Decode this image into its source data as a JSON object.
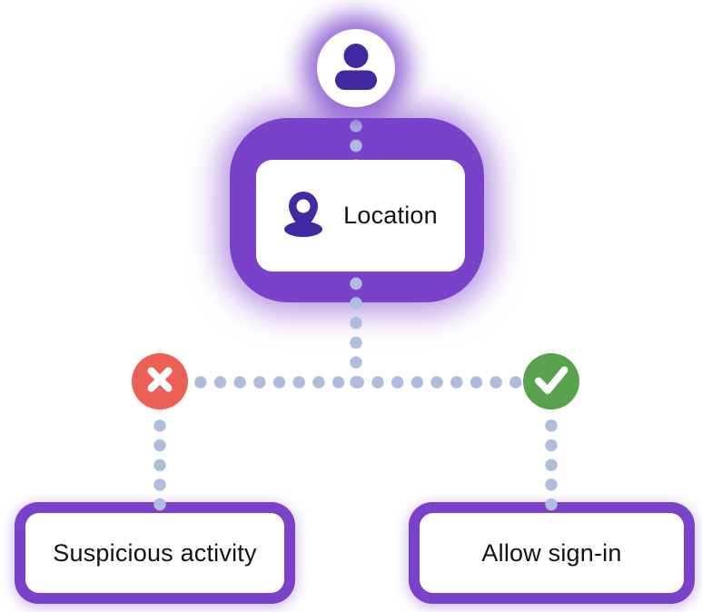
{
  "diagram": {
    "type": "decision-flow",
    "nodes": {
      "user": {
        "icon": "user-icon"
      },
      "condition": {
        "label": "Location",
        "icon": "map-pin-icon"
      },
      "deny_badge": {
        "icon": "x-icon"
      },
      "allow_badge": {
        "icon": "check-icon"
      },
      "deny_outcome": {
        "label": "Suspicious activity"
      },
      "allow_outcome": {
        "label": "Allow sign-in"
      }
    },
    "colors": {
      "frame_purple": "#7a42cb",
      "icon_indigo": "#4428a2",
      "connector_dot": "#aebdde",
      "deny_red": "#ec6056",
      "allow_green": "#58a24d",
      "card_white": "#ffffff",
      "text": "#131313"
    }
  }
}
